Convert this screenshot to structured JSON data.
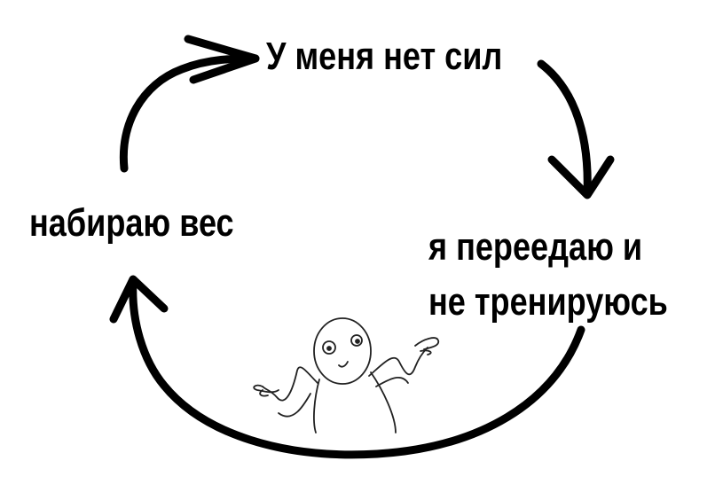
{
  "cycle": {
    "top_label": "У меня нет сил",
    "right_label_line1": "я переедаю и",
    "right_label_line2": "не тренируюсь",
    "left_label": "набираю вес"
  },
  "icons": {
    "arrow_top": "arrow-icon",
    "arrow_right": "arrow-icon",
    "arrow_bottom": "arrow-icon",
    "character": "shrugging-stick-figure-icon"
  },
  "colors": {
    "ink": "#000000",
    "background": "#ffffff"
  }
}
